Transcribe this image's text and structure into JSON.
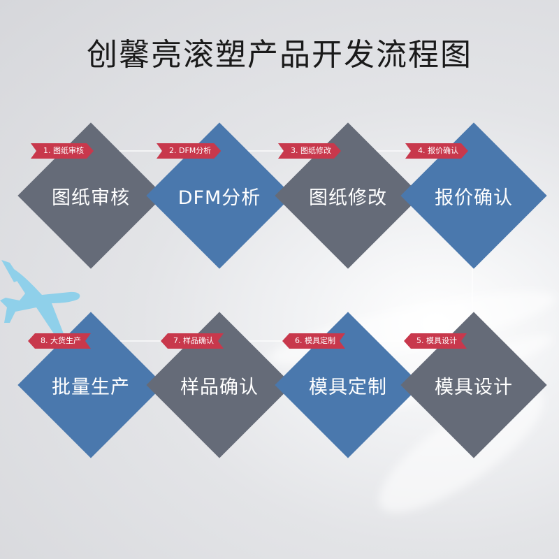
{
  "title": "创馨亮滚塑产品开发流程图",
  "colors": {
    "blue": "#4a78ad",
    "gray": "#656b78",
    "tag": "#c8384c"
  },
  "steps_top": [
    {
      "label": "图纸审核",
      "tag": "1. 图纸审核",
      "color": "gray"
    },
    {
      "label": "DFM分析",
      "tag": "2. DFM分析",
      "color": "blue"
    },
    {
      "label": "图纸修改",
      "tag": "3. 图纸修改",
      "color": "gray"
    },
    {
      "label": "报价确认",
      "tag": "4. 报价确认",
      "color": "blue"
    }
  ],
  "steps_bottom": [
    {
      "label": "批量生产",
      "tag": "8. 大货生产",
      "color": "blue"
    },
    {
      "label": "样品确认",
      "tag": "7. 样品确认",
      "color": "gray"
    },
    {
      "label": "模具定制",
      "tag": "6. 模具定制",
      "color": "blue"
    },
    {
      "label": "模具设计",
      "tag": "5. 模具设计",
      "color": "gray"
    }
  ]
}
